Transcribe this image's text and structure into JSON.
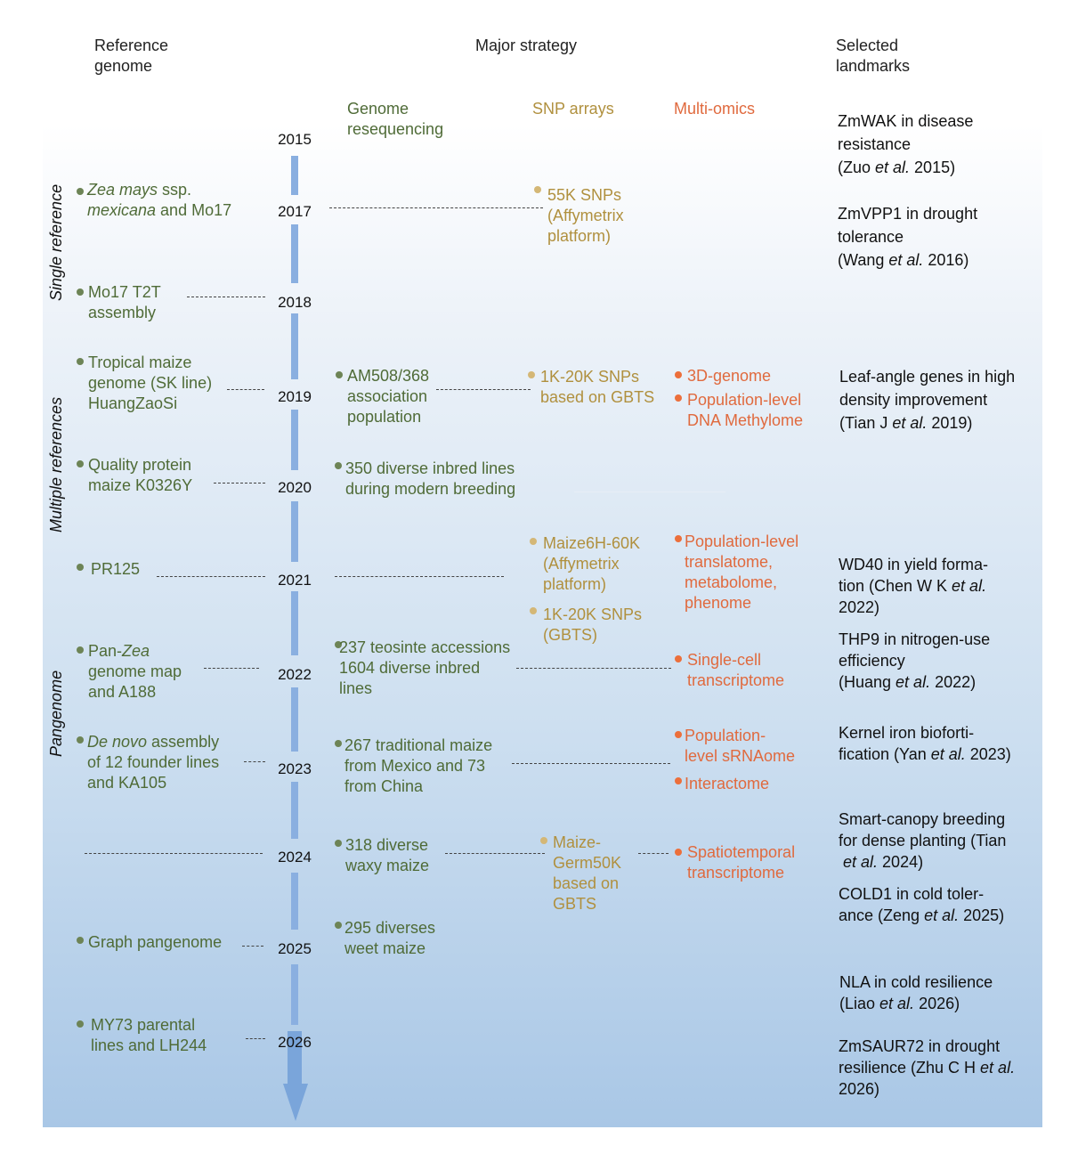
{
  "headers": {
    "reference_genome": "Reference\ngenome",
    "major_strategy": "Major strategy",
    "selected_landmarks": "Selected\nlandmarks"
  },
  "strategy_columns": {
    "genome_resequencing": "Genome\nresequencing",
    "snp_arrays": "SNP arrays",
    "multi_omics": "Multi-omics"
  },
  "phases": {
    "single": "Single reference",
    "multiple": "Multiple references",
    "pangenome": "Pangenome"
  },
  "years": [
    "2015",
    "2017",
    "2018",
    "2019",
    "2020",
    "2021",
    "2022",
    "2023",
    "2024",
    "2025",
    "2026"
  ],
  "reference": [
    {
      "pre_italic": "Zea mays",
      "plain": " ssp.\n",
      "post_italic": "mexicana",
      "tail": " and Mo17"
    },
    {
      "text": "Mo17 T2T\nassembly"
    },
    {
      "text": "Tropical maize\ngenome (SK line)\nHuangZaoSi"
    },
    {
      "text": "Quality protein\nmaize K0326Y"
    },
    {
      "text": "PR125"
    },
    {
      "pre": "Pan-",
      "italic": "Zea",
      "rest": "\ngenome map\nand A188"
    },
    {
      "italic": "De novo",
      "rest": " assembly\nof 12 founder lines\nand KA105"
    },
    {
      "text": "Graph pangenome"
    },
    {
      "text": "MY73 parental\nlines and LH244"
    }
  ],
  "resequencing": [
    "AM508/368\nassociation\npopulation",
    "350 diverse inbred lines\nduring modern breeding",
    "237 teosinte accessions\n1604 diverse inbred\nlines",
    "267 traditional maize\nfrom Mexico and 73\nfrom China",
    "318 diverse\nwaxy maize",
    "295 diverses\nweet maize"
  ],
  "snp": [
    "55K SNPs\n(Affymetrix\nplatform)",
    "1K-20K SNPs\nbased on GBTS",
    "Maize6H-60K\n(Affymetrix\nplatform)",
    "1K-20K SNPs\n(GBTS)",
    "Maize-\nGerm50K\nbased on\nGBTS"
  ],
  "omics": [
    "3D-genome",
    "Population-level\nDNA Methylome",
    "Population-level\ntranslatome,\nmetabolome,\nphenome",
    "Single-cell\ntranscriptome",
    "Population-\nlevel sRNAome",
    "Interactome",
    "Spatiotemporal\ntranscriptome"
  ],
  "landmarks": [
    {
      "a": "ZmWAK in disease\nresistance\n(Zuo ",
      "b": "et al.",
      "c": " 2015)"
    },
    {
      "a": "ZmVPP1 in drought\ntolerance\n(Wang ",
      "b": "et al.",
      "c": " 2016)"
    },
    {
      "a": "Leaf-angle genes in high\ndensity improvement\n(Tian J ",
      "b": "et al.",
      "c": " 2019)"
    },
    {
      "a": "WD40 in yield forma-\ntion (Chen W K ",
      "b": "et al.",
      "c": "\n2022)"
    },
    {
      "a": "THP9 in nitrogen-use\nefficiency\n(Huang ",
      "b": "et al.",
      "c": " 2022)"
    },
    {
      "a": "Kernel iron bioforti-\nfication (Yan ",
      "b": "et al.",
      "c": " 2023)"
    },
    {
      "a": "Smart-canopy breeding\nfor dense planting (Tian\n ",
      "b": "et al.",
      "c": " 2024)"
    },
    {
      "a": "COLD1 in cold toler-\nance (Zeng ",
      "b": "et al.",
      "c": " 2025)"
    },
    {
      "a": "NLA in cold resilience\n(Liao ",
      "b": "et al.",
      "c": " 2026)"
    },
    {
      "a": "ZmSAUR72 in drought\nresilience (Zhu C H ",
      "b": "et al.",
      "c": "\n2026)"
    }
  ],
  "colors": {
    "reference_text": "#4f6b37",
    "snp_text": "#b0903e",
    "omics_text": "#e06a3e",
    "timeline": "#8aafe0"
  }
}
